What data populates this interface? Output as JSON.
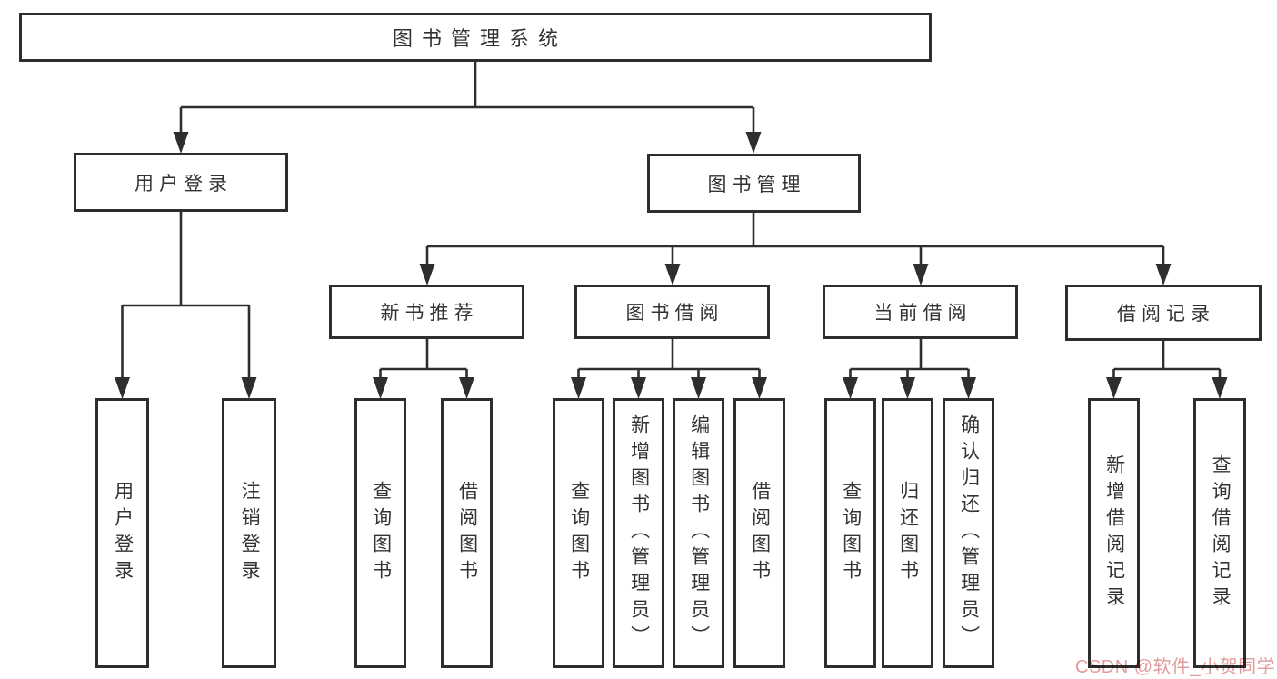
{
  "diagram": {
    "root": {
      "label": "图书管理系统"
    },
    "branches": [
      {
        "label": "用户登录",
        "children": [
          {
            "label": "用户登录"
          },
          {
            "label": "注销登录"
          }
        ]
      },
      {
        "label": "图书管理",
        "children": [
          {
            "label": "新书推荐",
            "children": [
              {
                "label": "查询图书"
              },
              {
                "label": "借阅图书"
              }
            ]
          },
          {
            "label": "图书借阅",
            "children": [
              {
                "label": "查询图书"
              },
              {
                "label": "新增图书（管理员）"
              },
              {
                "label": "编辑图书（管理员）"
              },
              {
                "label": "借阅图书"
              }
            ]
          },
          {
            "label": "当前借阅",
            "children": [
              {
                "label": "查询图书"
              },
              {
                "label": "归还图书"
              },
              {
                "label": "确认归还（管理员）"
              }
            ]
          },
          {
            "label": "借阅记录",
            "children": [
              {
                "label": "新增借阅记录"
              },
              {
                "label": "查询借阅记录"
              }
            ]
          }
        ]
      }
    ]
  },
  "watermark": {
    "text": "CSDN @软件_小贺同学"
  },
  "colors": {
    "line": "#2e2e2e",
    "text": "#333333",
    "watermark": "#e39c9c",
    "background": "#ffffff"
  }
}
